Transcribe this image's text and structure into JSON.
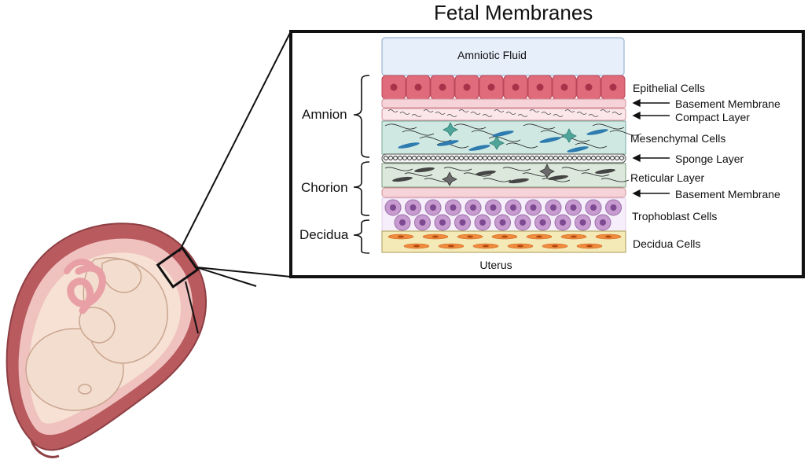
{
  "title": "Fetal Membranes",
  "top_label": "Amniotic Fluid",
  "bottom_label": "Uterus",
  "groups": {
    "amnion": "Amnion",
    "chorion": "Chorion",
    "decidua": "Decidua"
  },
  "layers": {
    "epithelial": "Epithelial Cells",
    "basement1": "Basement Membrane",
    "compact": "Compact Layer",
    "mesenchymal": "Mesenchymal Cells",
    "sponge": "Sponge Layer",
    "reticular": "Reticular Layer",
    "basement2": "Basement Membrane",
    "trophoblast": "Trophoblast Cells",
    "decidua_cells": "Decidua Cells"
  },
  "colors": {
    "amniotic_fluid": "#e6effa",
    "epithelial": "#e06b7b",
    "pink_layer": "#f6d3d8",
    "mesenchymal": "#cfe8e2",
    "reticular": "#dce8dc",
    "trophoblast": "#c79bd0",
    "decidua": "#f4eab8",
    "uterus_wall": "#b85a5e"
  }
}
